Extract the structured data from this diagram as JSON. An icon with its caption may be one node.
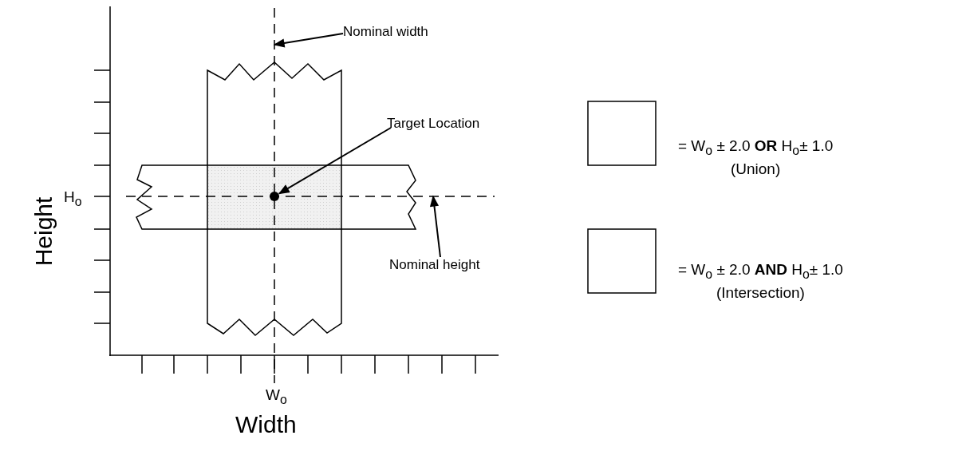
{
  "diagram": {
    "nodes": [
      {
        "text": [
          "Nominal width"
        ]
      },
      {
        "text": [
          "Target Location"
        ]
      },
      {
        "text": [
          "Nominal height"
        ]
      },
      {
        "text": [],
        "shape": "circle"
      },
      {
        "text": [],
        "shape": "line"
      },
      {
        "text": [],
        "shape": "line"
      }
    ],
    "edges": [
      {
        "from": 0,
        "to": 4,
        "arrow": "to"
      },
      {
        "from": 1,
        "to": 3,
        "arrow": "to"
      },
      {
        "from": 2,
        "to": 5,
        "arrow": "to"
      }
    ],
    "labels": [
      "Height",
      "H$_{o}$",
      "W$_{o}$",
      "Width"
    ],
    "legend": [
      {
        "text": "= W$_{o}$ ± 2.0 **OR** H$_{o}$± 1.0 (Union)"
      },
      {
        "text": "= W$_{o}$ ± 2.0 **AND** H$_{o}$± 1.0 (Intersection)"
      }
    ]
  }
}
